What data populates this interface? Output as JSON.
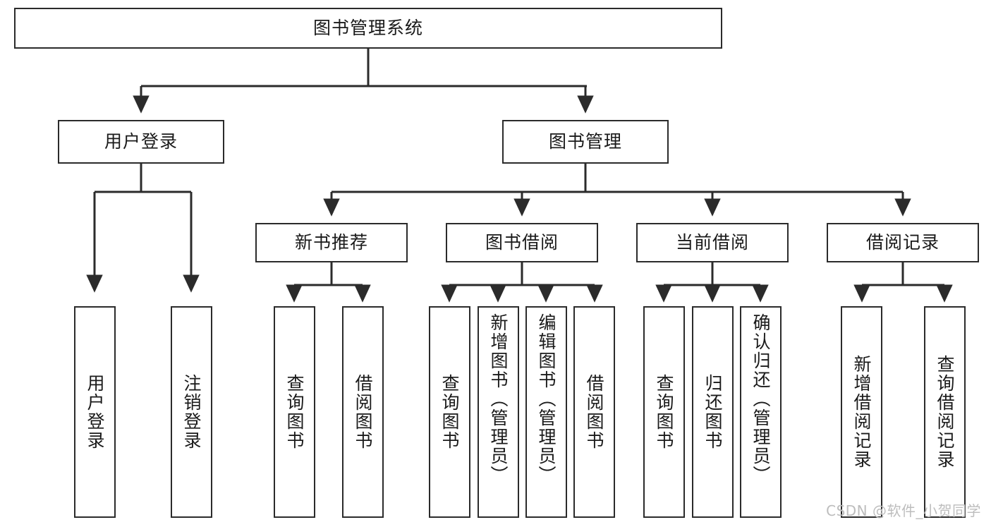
{
  "diagram": {
    "title": "图书管理系统",
    "type": "tree-hierarchy-chart",
    "watermark": "CSDN @软件_小贺同学",
    "colors": {
      "stroke": "#2b2b2b",
      "fill": "#ffffff",
      "text": "#1a1a1a",
      "watermark": "#bdbdbd"
    },
    "root": {
      "label": "图书管理系统"
    },
    "level2": [
      {
        "label": "用户登录"
      },
      {
        "label": "图书管理"
      }
    ],
    "level3": [
      {
        "label": "新书推荐"
      },
      {
        "label": "图书借阅"
      },
      {
        "label": "当前借阅"
      },
      {
        "label": "借阅记录"
      }
    ],
    "leaves": {
      "user_login": [
        {
          "label": "用户登录"
        },
        {
          "label": "注销登录"
        }
      ],
      "new_book_recommend": [
        {
          "label": "查询图书"
        },
        {
          "label": "借阅图书"
        }
      ],
      "book_borrow": [
        {
          "label": "查询图书"
        },
        {
          "label": "新增图书（管理员）"
        },
        {
          "label": "编辑图书（管理员）"
        },
        {
          "label": "借阅图书"
        }
      ],
      "current_borrow": [
        {
          "label": "查询图书"
        },
        {
          "label": "归还图书"
        },
        {
          "label": "确认归还（管理员）"
        }
      ],
      "borrow_record": [
        {
          "label": "新增借阅记录"
        },
        {
          "label": "查询借阅记录"
        }
      ]
    }
  }
}
